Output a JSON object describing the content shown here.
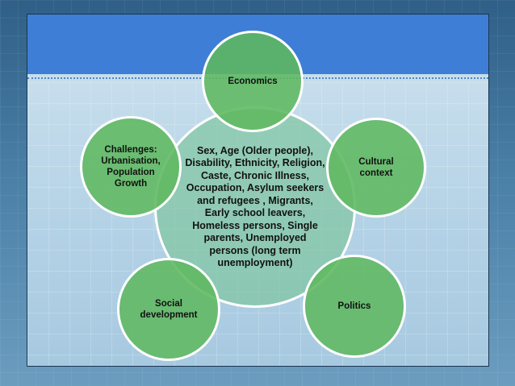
{
  "diagram": {
    "center": "Sex, Age (Older people), Disability, Ethnicity, Religion, Caste, Chronic Illness, Occupation, Asylum seekers and refugees , Migrants, Early school leavers, Homeless persons, Single parents, Unemployed persons (long term unemployment)",
    "nodes": {
      "economics": "Economics",
      "cultural_context": "Cultural context",
      "politics": "Politics",
      "social_development": "Social development",
      "challenges": "Challenges: Urbanisation, Population Growth"
    },
    "colors": {
      "outer_fill": "#5fb860",
      "center_fill": "#78c496",
      "header_band": "#3f7ed6",
      "ring": "#ffffff"
    }
  }
}
